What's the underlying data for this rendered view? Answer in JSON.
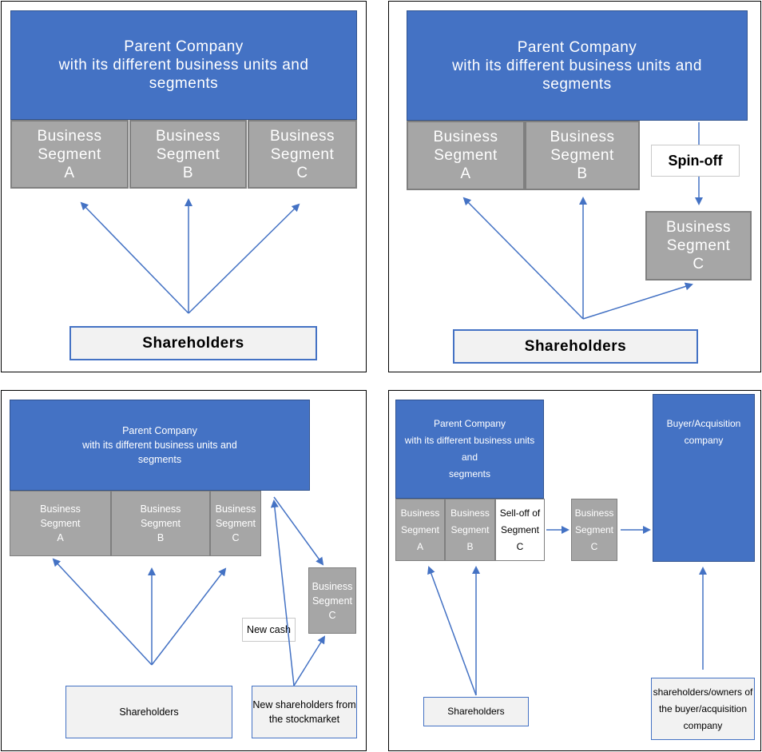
{
  "panels": {
    "p1": {
      "parent": "Parent Company\nwith its different business units and\nsegments",
      "seg_a": "Business\nSegment\nA",
      "seg_b": "Business\nSegment\nB",
      "seg_c": "Business\nSegment\nC",
      "shareholders": "Shareholders"
    },
    "p2": {
      "parent": "Parent Company\nwith its different business units and\nsegments",
      "seg_a": "Business\nSegment\nA",
      "seg_b": "Business\nSegment\nB",
      "spinoff": "Spin-off",
      "seg_c": "Business\nSegment\nC",
      "shareholders": "Shareholders"
    },
    "p3": {
      "parent": "Parent Company\nwith its different business units and\nsegments",
      "seg_a": "Business\nSegment\nA",
      "seg_b": "Business\nSegment\nB",
      "seg_c": "Business\nSegment\nC",
      "seg_c_new": "Business\nSegment\nC",
      "new_cash": "New cash",
      "shareholders": "Shareholders",
      "new_shareholders": "New shareholders from\nthe stockmarket"
    },
    "p4": {
      "parent": "Parent Company\nwith its different business units and\nsegments",
      "seg_a": "Business\nSegment\nA",
      "seg_b": "Business\nSegment\nB",
      "selloff": "Sell-off of\nSegment C",
      "seg_c": "Business\nSegment\nC",
      "buyer": "Buyer/Acquisition\ncompany",
      "shareholders": "Shareholders",
      "buyer_owners": "shareholders/owners of\nthe buyer/acquisition\ncompany"
    }
  },
  "colors": {
    "parent_blue": "#4472C4",
    "segment_gray": "#a6a6a6",
    "arrow": "#4472C4"
  }
}
